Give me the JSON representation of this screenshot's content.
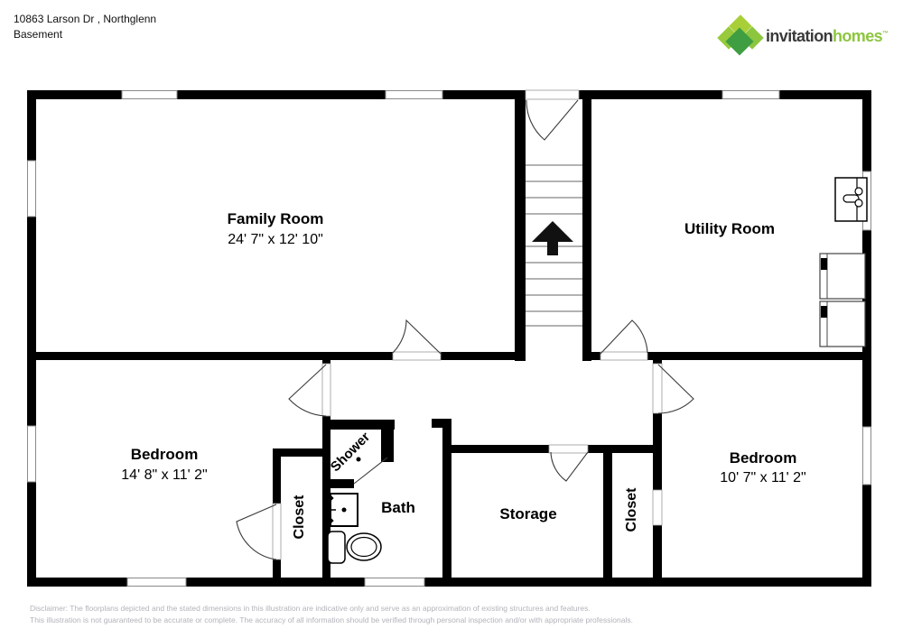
{
  "header": {
    "address": "10863 Larson Dr , Northglenn",
    "floor": "Basement"
  },
  "logo": {
    "brand_primary": "invitation",
    "brand_secondary": "homes",
    "trademark": "™"
  },
  "rooms": {
    "family": {
      "name": "Family Room",
      "dims": "24' 7\" x 12' 10\""
    },
    "utility": {
      "name": "Utility Room"
    },
    "bedroom_left": {
      "name": "Bedroom",
      "dims": "14' 8\" x 11' 2\""
    },
    "bedroom_right": {
      "name": "Bedroom",
      "dims": "10' 7\" x 11' 2\""
    },
    "bath": {
      "name": "Bath"
    },
    "shower": {
      "name": "Shower"
    },
    "storage": {
      "name": "Storage"
    },
    "closet_left": {
      "name": "Closet"
    },
    "closet_right": {
      "name": "Closet"
    }
  },
  "disclaimer": {
    "line1": "Disclaimer: The floorplans depicted and the stated dimensions in this illustration are indicative only and serve as an approximation of existing structures and features.",
    "line2": "This illustration is not guaranteed to be accurate or complete. The accuracy of all information should be verified through personal inspection and/or with appropriate professionals."
  },
  "colors": {
    "wall": "#000000",
    "logo_green_light": "#a9cf38",
    "logo_green_mid": "#8cc63f",
    "logo_green_dark": "#3f9e41",
    "logo_text_dark": "#3a3a3a",
    "disclaimer_text": "#b3b3bb"
  }
}
